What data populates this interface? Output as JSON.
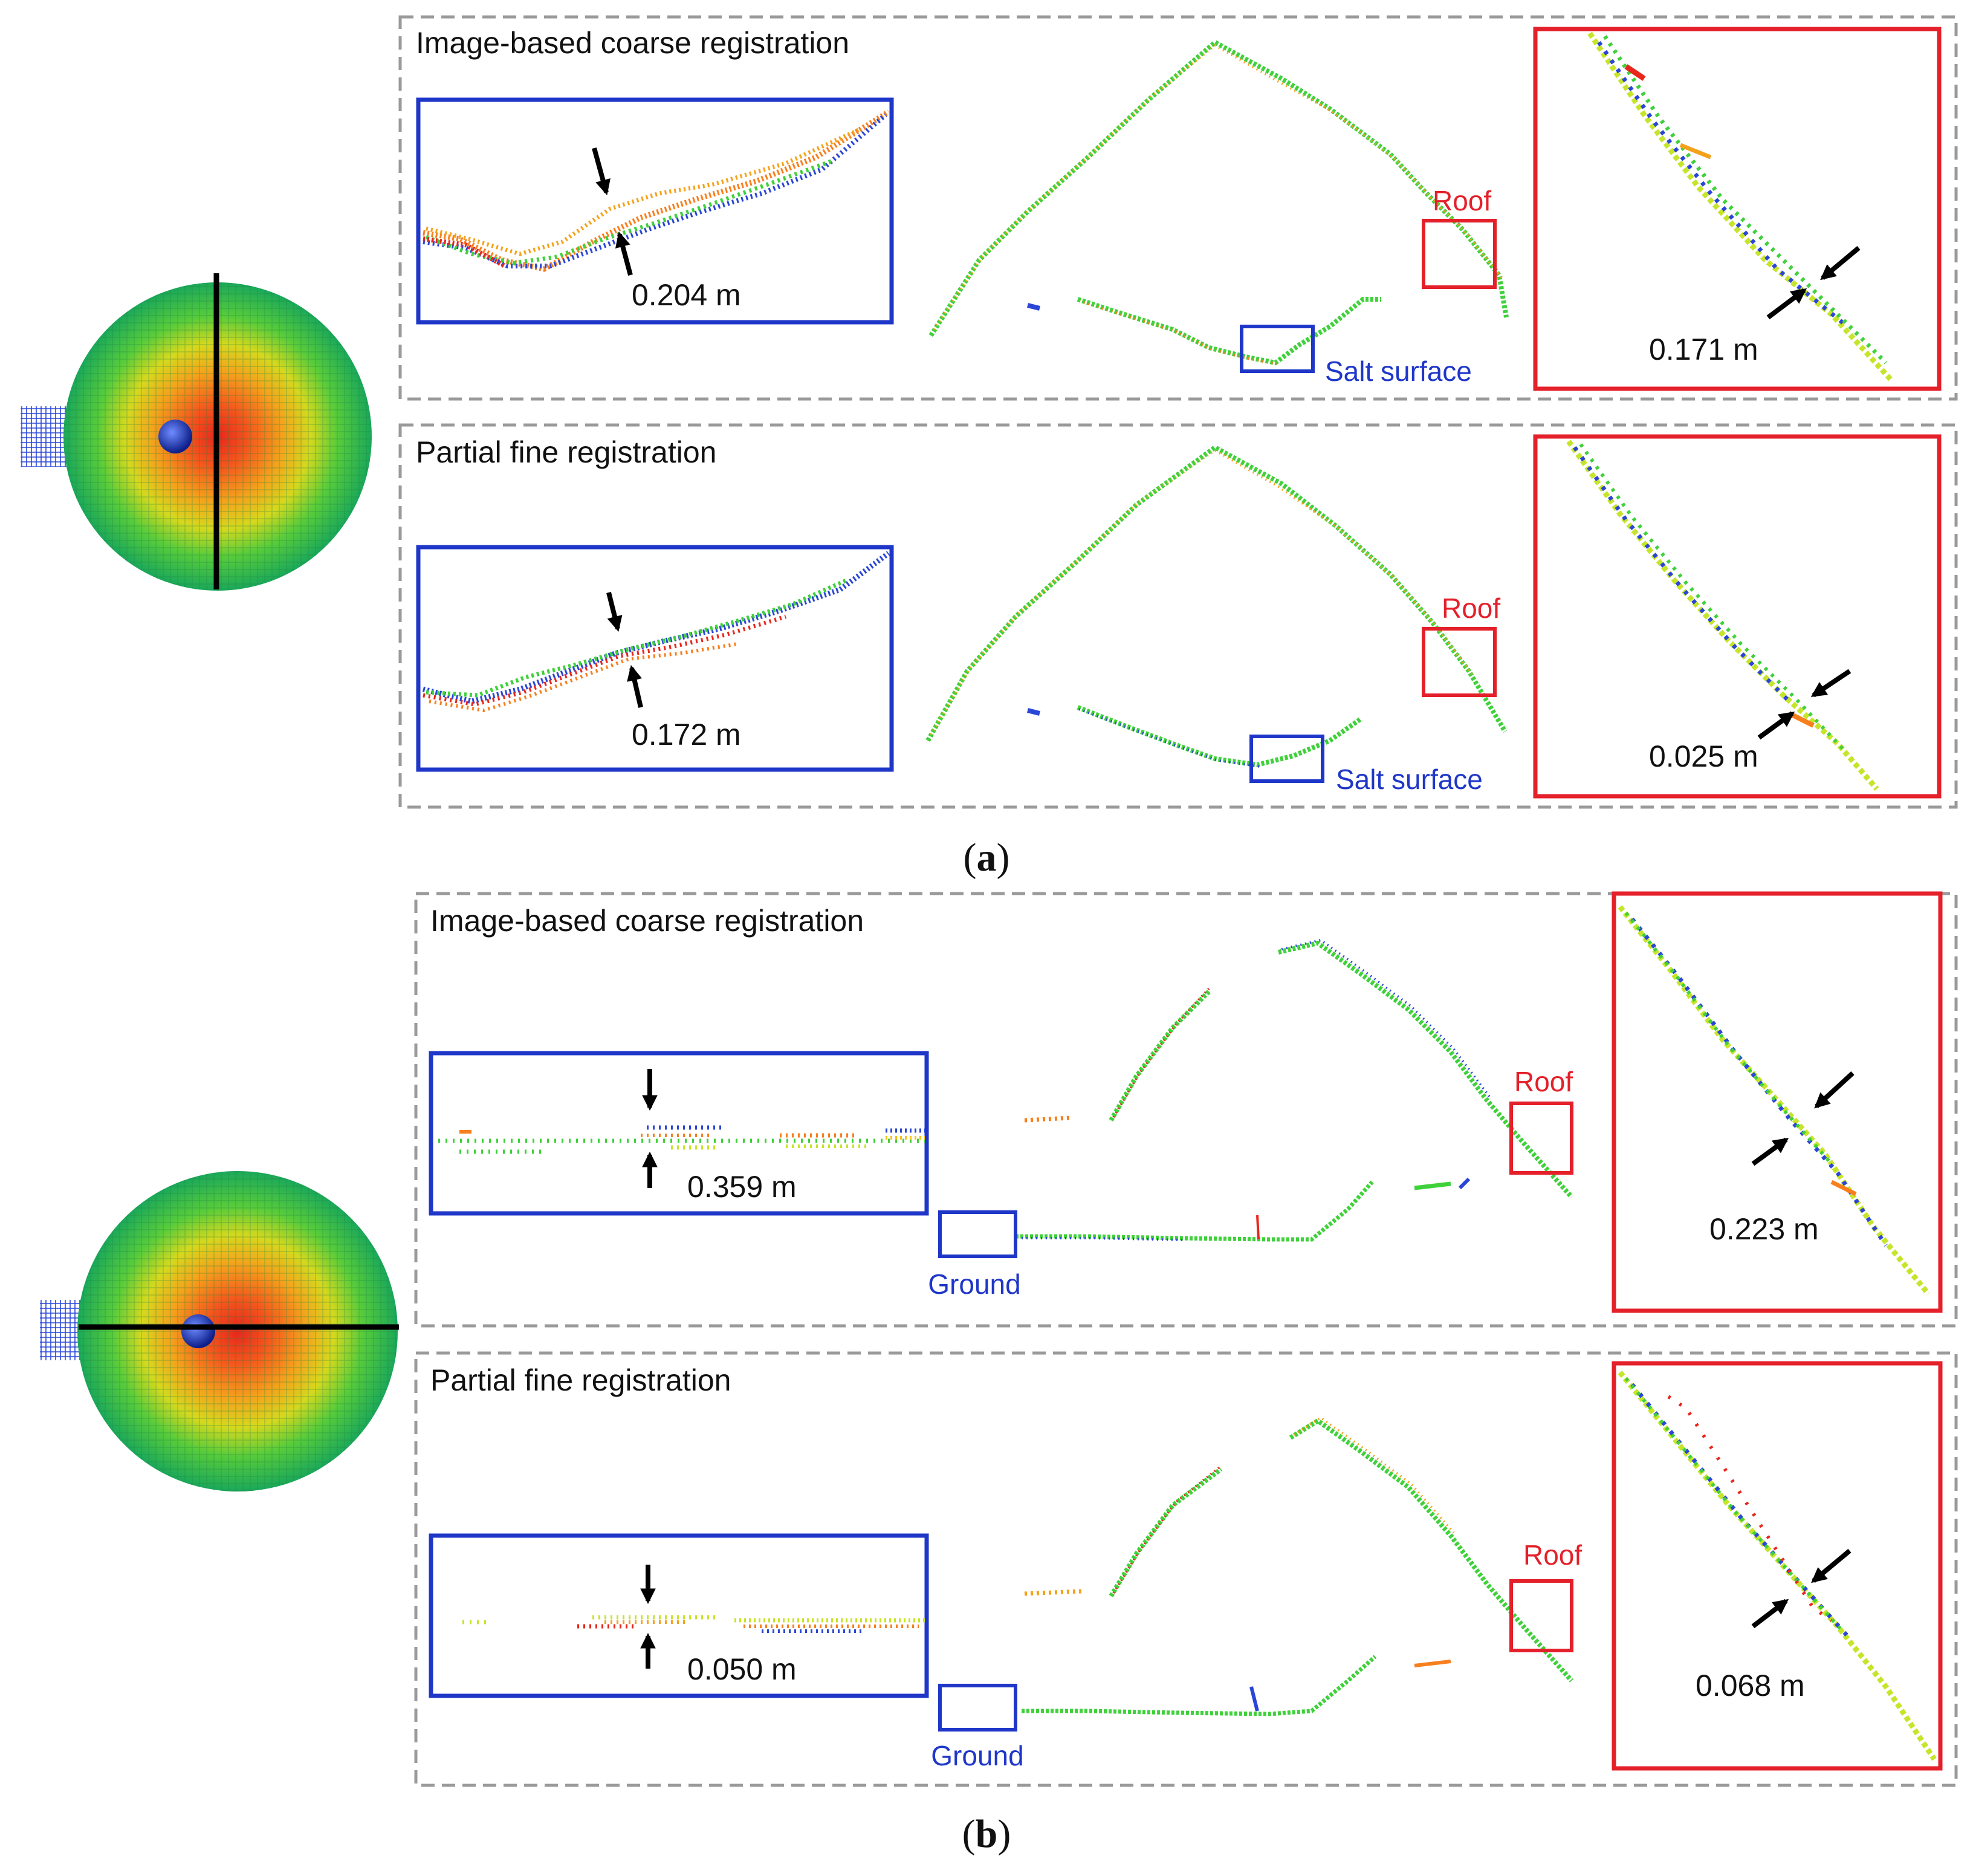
{
  "colors": {
    "blue_box": "#1f37c8",
    "red_box": "#e4202a",
    "dashed_border": "#9a9a9a",
    "blue_label": "#1f37c8",
    "red_label": "#e4202a",
    "point_palette": [
      "#e8261c",
      "#f77f1e",
      "#f4c21a",
      "#c6e52a",
      "#3fd13a",
      "#14b06a",
      "#2a46d6"
    ]
  },
  "icons": [
    "arrow-icon",
    "scanner-sphere-icon"
  ],
  "figure_a": {
    "caption_open": "(",
    "caption_letter": "a",
    "caption_close": ")",
    "panels": [
      {
        "title": "Image-based coarse registration",
        "left_measure": "0.204 m",
        "right_measure": "0.171 m",
        "roof_label": "Roof",
        "region_label": "Salt surface"
      },
      {
        "title": "Partial fine registration",
        "left_measure": "0.172 m",
        "right_measure": "0.025 m",
        "roof_label": "Roof",
        "region_label": "Salt surface"
      }
    ]
  },
  "figure_b": {
    "caption_open": "(",
    "caption_letter": "b",
    "caption_close": ")",
    "panels": [
      {
        "title": "Image-based coarse registration",
        "left_measure": "0.359 m",
        "right_measure": "0.223 m",
        "roof_label": "Roof",
        "region_label": "Ground"
      },
      {
        "title": "Partial fine registration",
        "left_measure": "0.050 m",
        "right_measure": "0.068 m",
        "roof_label": "Roof",
        "region_label": "Ground"
      }
    ]
  }
}
